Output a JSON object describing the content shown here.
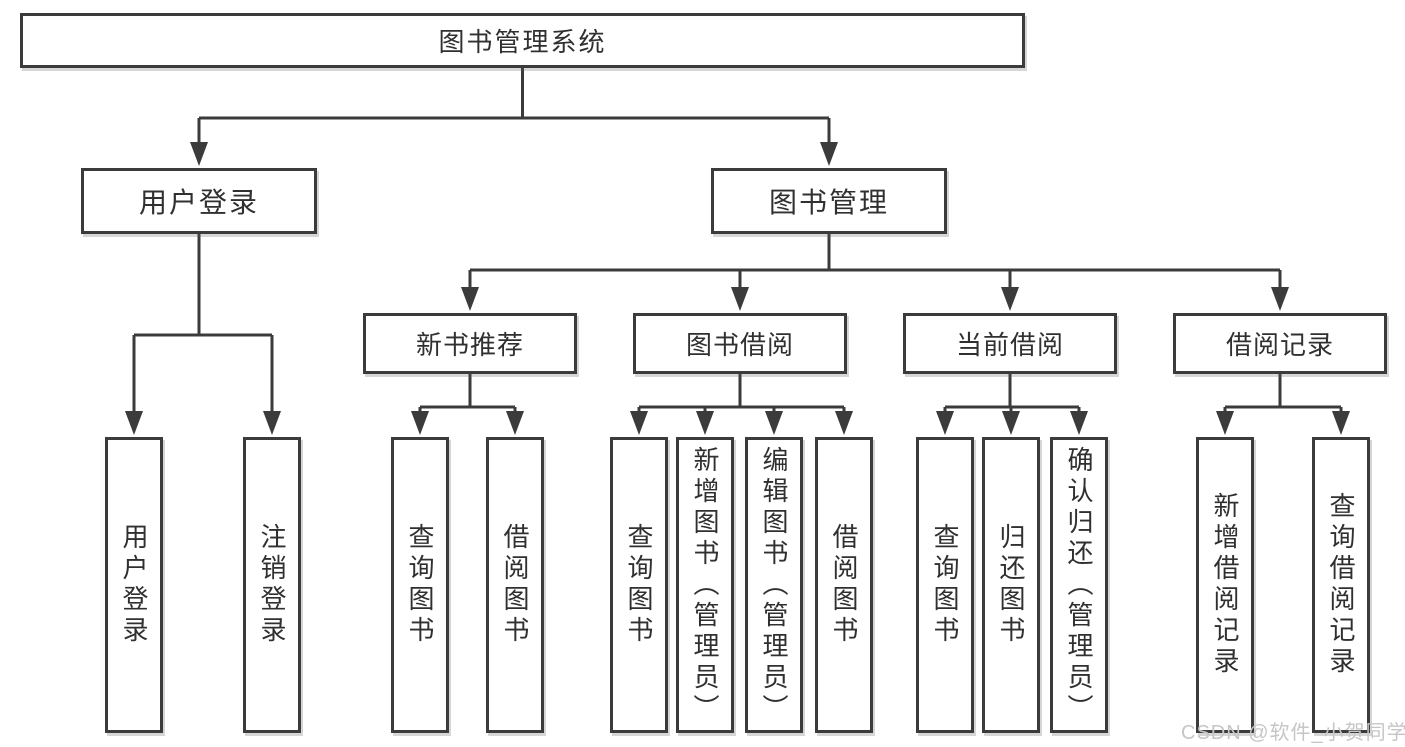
{
  "diagram": {
    "root": "图书管理系统",
    "branches": [
      {
        "label": "用户登录",
        "leaves": [
          "用户登录",
          "注销登录"
        ]
      },
      {
        "label": "图书管理",
        "groups": [
          {
            "label": "新书推荐",
            "leaves": [
              "查询图书",
              "借阅图书"
            ]
          },
          {
            "label": "图书借阅",
            "leaves": [
              "查询图书",
              "新增图书（管理员）",
              "编辑图书（管理员）",
              "借阅图书"
            ]
          },
          {
            "label": "当前借阅",
            "leaves": [
              "查询图书",
              "归还图书",
              "确认归还（管理员）"
            ]
          },
          {
            "label": "借阅记录",
            "leaves": [
              "新增借阅记录",
              "查询借阅记录"
            ]
          }
        ]
      }
    ]
  },
  "watermark": {
    "text": "CSDN @软件_小贺同学"
  },
  "colors": {
    "line": "#3b3b3b",
    "text": "#303030",
    "background": "#ffffff",
    "watermark": "#c6c6c6"
  }
}
